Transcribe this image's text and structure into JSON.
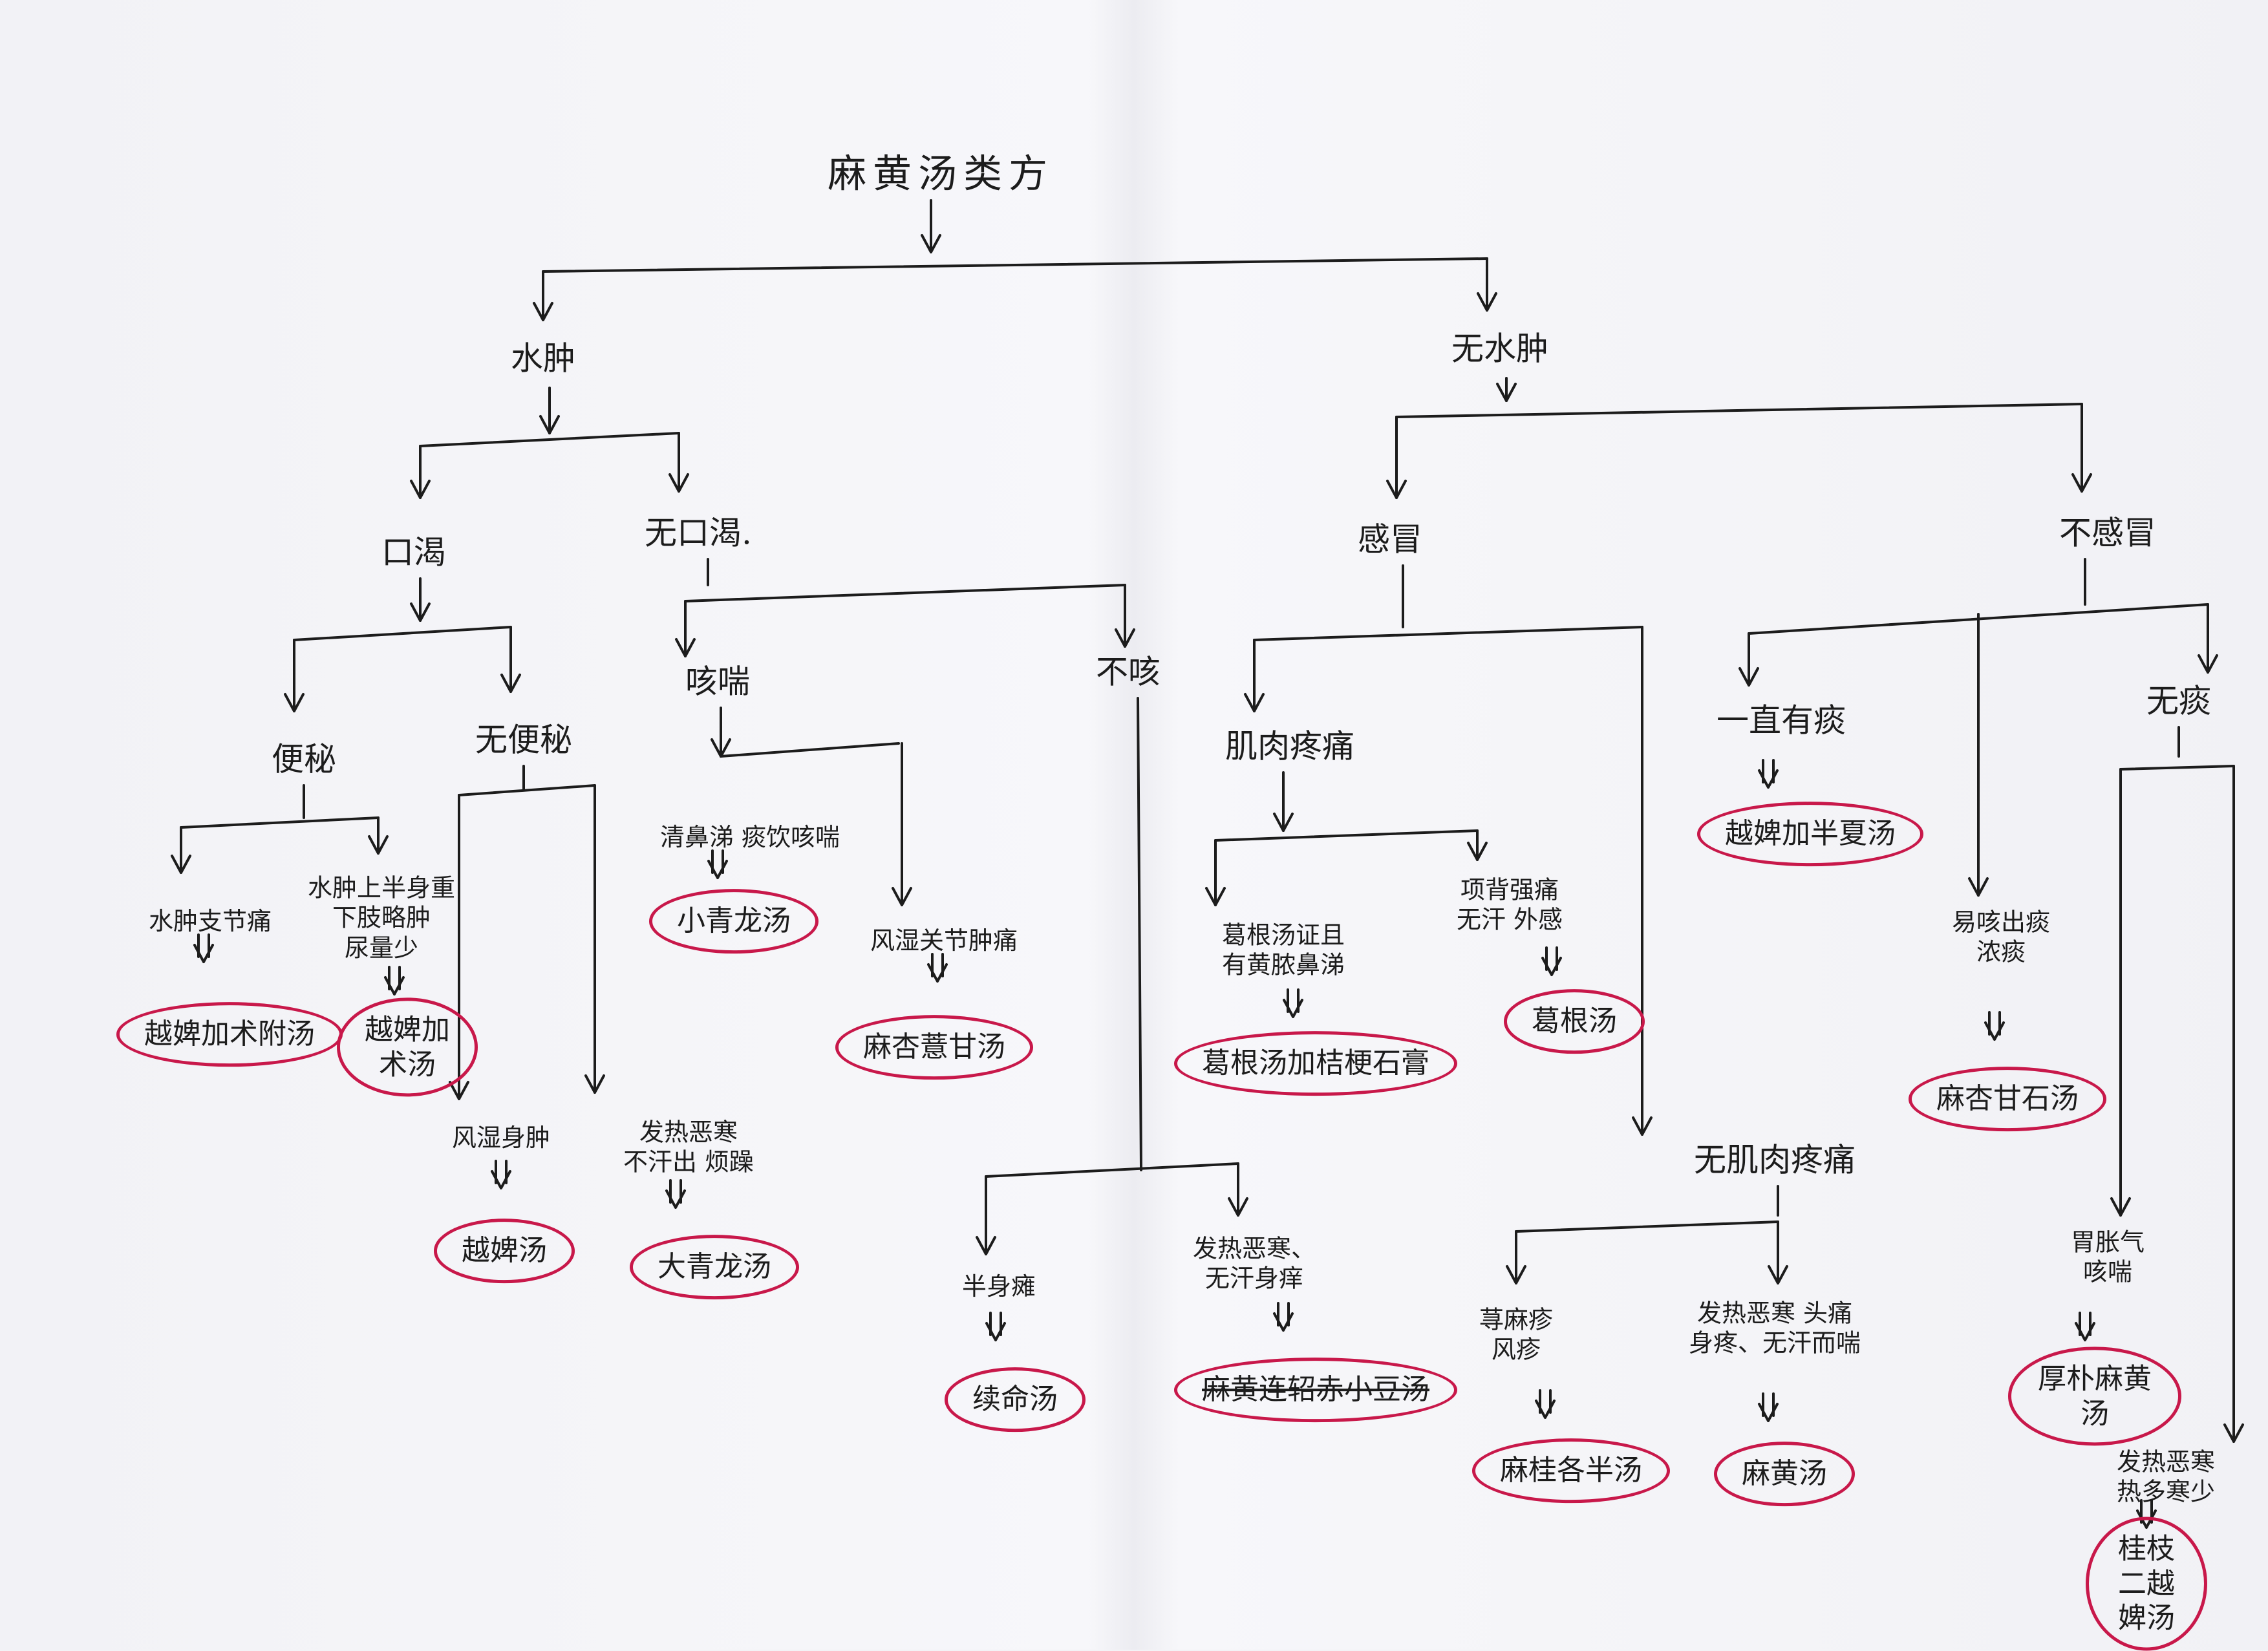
{
  "title": "麻黄汤类方",
  "branches": {
    "edema": "水肿",
    "no_edema": "无水肿",
    "thirst": "口渴",
    "no_thirst": "无口渴.",
    "constipation": "便秘",
    "no_constipation": "无便秘",
    "cough_asthma": "咳喘",
    "no_cough": "不咳",
    "cold": "感冒",
    "no_cold": "不感冒",
    "muscle_pain": "肌肉疼痛",
    "no_muscle_pain": "无肌肉疼痛",
    "phlegm_always": "一直有痰",
    "no_phlegm": "无痰"
  },
  "symptoms": {
    "edema_joint_pain": "水肿支节痛",
    "edema_upper_heavy": "水肿上半身重\n下肢略肿\n尿量少",
    "wind_water": "风湿身肿",
    "fever_restless": "发热恶寒\n不汗出 烦躁",
    "clear_phlegm": "清鼻涕 痰饮咳喘",
    "wind_damp_pain": "风湿关节肿痛",
    "hemiplegia": "半身瘫",
    "fever_itch": "发热恶寒、\n无汗身痒",
    "gegen_with_nasal": "葛根汤证且\n有黄脓鼻涕",
    "neck_back_stiff": "项背强痛\n无汗 外感",
    "urticaria": "荨麻疹\n风疹",
    "fever_headache": "发热恶寒 头痛\n身疼、无汗而喘",
    "easy_cough": "易咳出痰\n浓痰",
    "chest_full": "胃胀气\n咳喘",
    "fever_more_heat": "发热恶寒 热多寒少"
  },
  "formulas": {
    "yuebi_zhufu": "越婢加术附汤",
    "yuebi_zhu": "越婢加\n术汤",
    "yuebi": "越婢汤",
    "daqinglong": "大青龙汤",
    "xiaoqinglong": "小青龙汤",
    "maxing_yigan": "麻杏薏甘汤",
    "xuming": "续命汤",
    "mahuang_lianqiao": "麻黄连轺赤小豆汤",
    "gegen_jiegeng": "葛根汤加桔梗石膏",
    "gegen": "葛根汤",
    "mague_geban": "麻桂各半汤",
    "mahuang": "麻黄汤",
    "yuebi_banxia": "越婢加半夏汤",
    "maxing_shigan": "麻杏甘石汤",
    "houpu_mahuang": "厚朴麻黄汤",
    "guizhi_eryuebi": "桂枝二越婢汤"
  },
  "colors": {
    "ink": "#1c1c1c",
    "circle": "#c8184a"
  }
}
